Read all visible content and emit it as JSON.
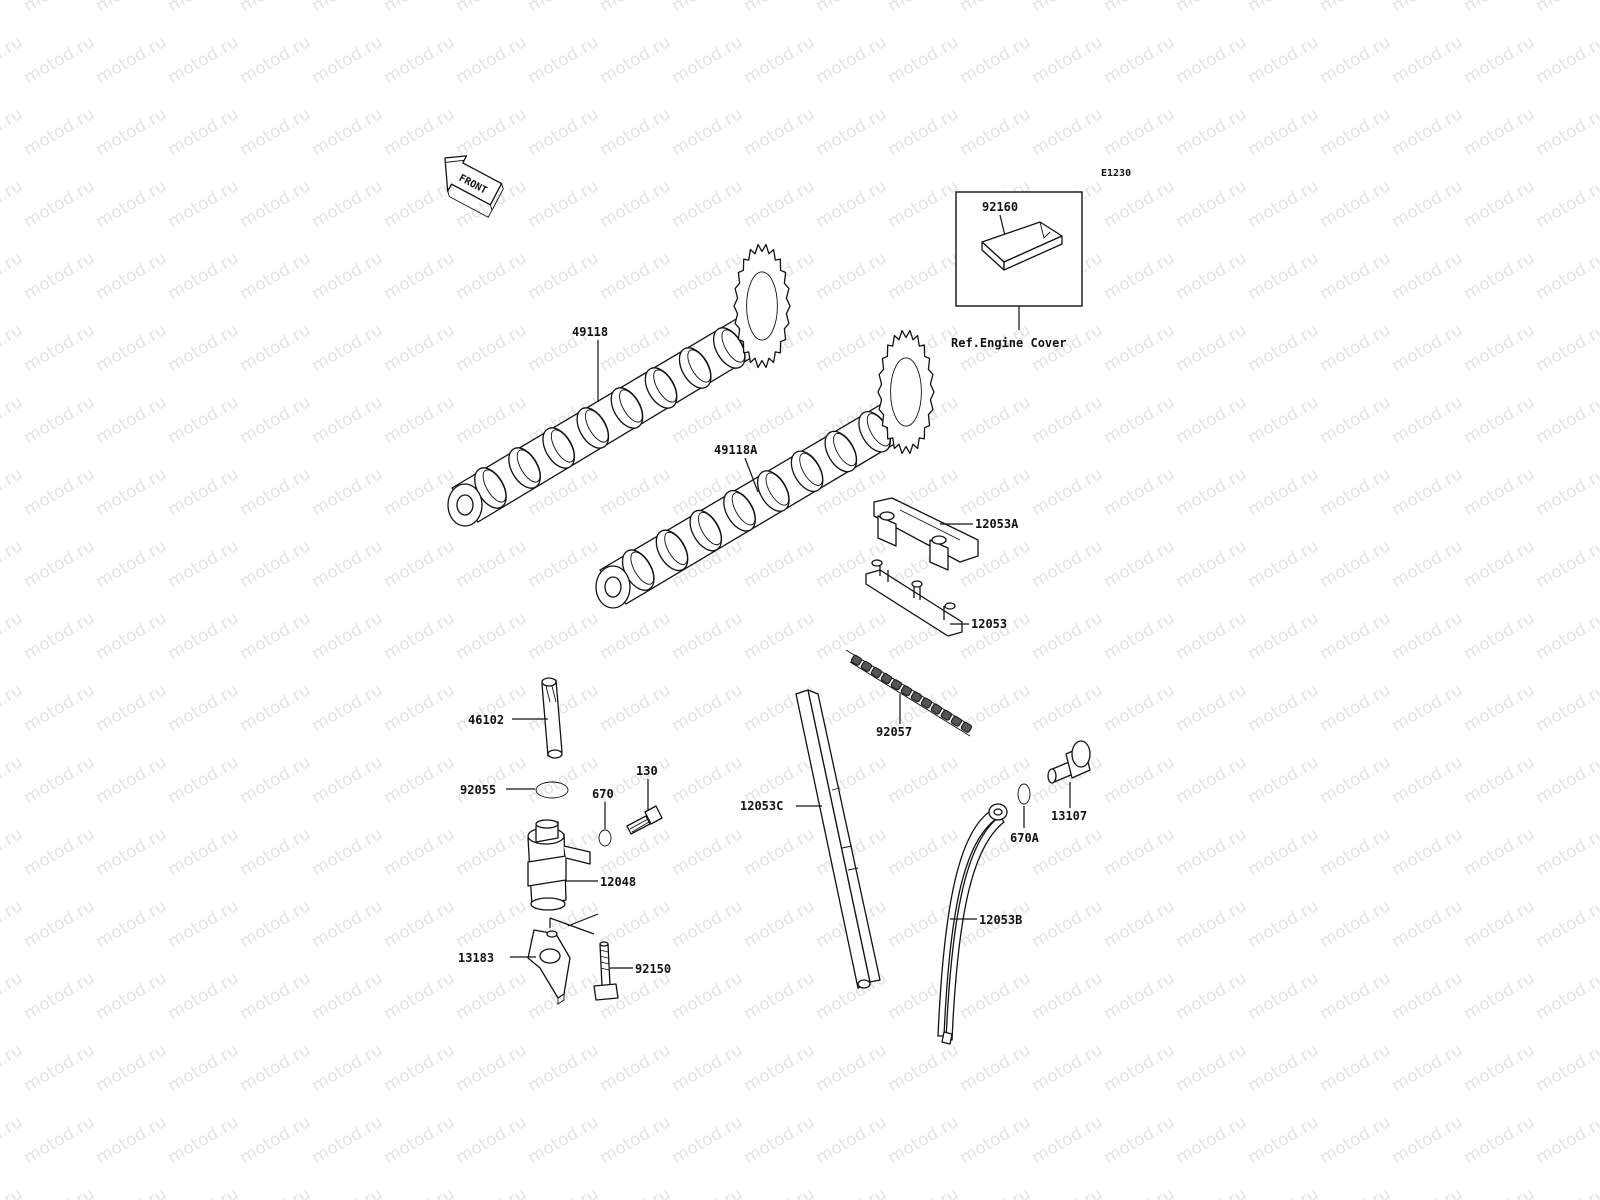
{
  "diagram_code": "E1230",
  "front_marker": {
    "text": "FRONT"
  },
  "reference_box": {
    "part_number": "92160",
    "caption": "Ref.Engine Cover"
  },
  "watermark": {
    "text": "motod.ru"
  },
  "part_labels": {
    "camshaft_1": "49118",
    "camshaft_2": "49118A",
    "cam_holder_top": "12053A",
    "cam_holder_bottom": "12053",
    "chain": "92057",
    "push_rod": "46102",
    "o_ring_large": "92055",
    "o_ring_small": "670",
    "bolt_small": "130",
    "tensioner": "12048",
    "bracket": "13183",
    "bolt_long": "92150",
    "guide_front": "12053C",
    "guide_rear": "12053B",
    "o_ring_guide": "670A",
    "guide_pin": "13107"
  }
}
